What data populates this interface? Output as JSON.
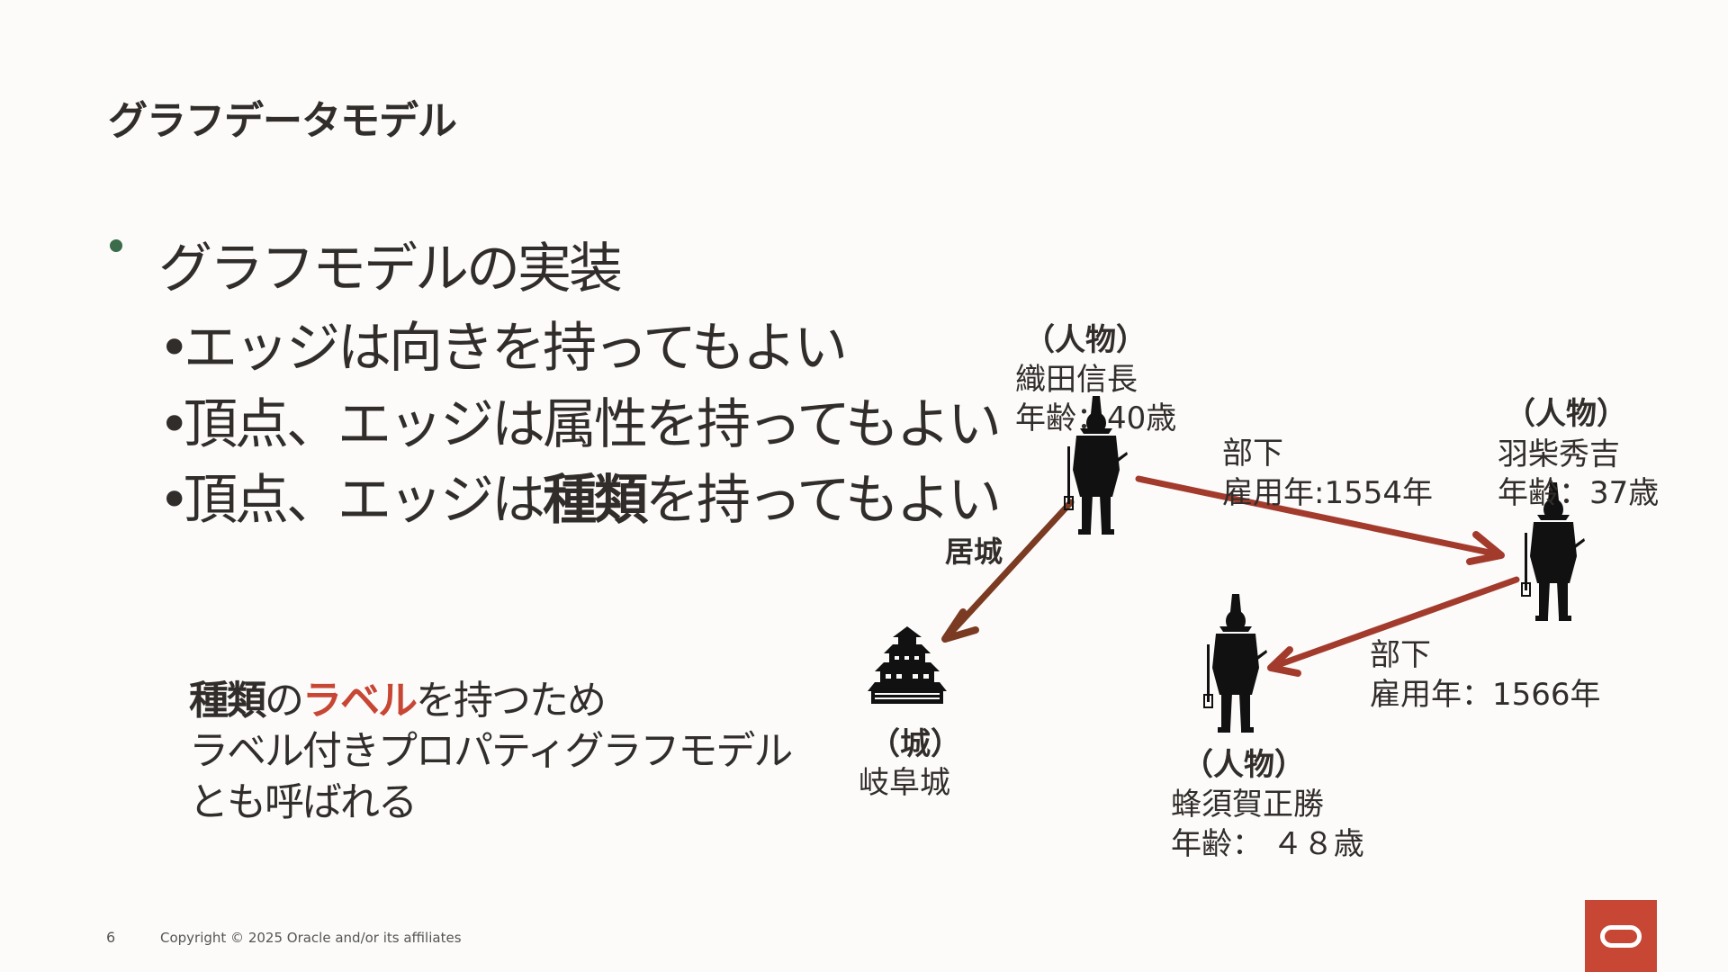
{
  "slide": {
    "title": "グラフデータモデル"
  },
  "bullets": {
    "main": "グラフモデルの実装",
    "sub1": "エッジは向きを持ってもよい",
    "sub2": "頂点、エッジは属性を持ってもよい",
    "sub3_pre": "頂点、エッジは",
    "sub3_bold": "種類",
    "sub3_post": "を持ってもよい"
  },
  "note": {
    "line1_bold": "種類",
    "line1_mid": "の",
    "line1_accent": "ラベル",
    "line1_post": "を持つため",
    "line2": "ラベル付きプロパティグラフモデル",
    "line3": "とも呼ばれる"
  },
  "nodes": {
    "oda": {
      "type": "（人物）",
      "name": "織田信長",
      "attr": "年齢：40歳"
    },
    "hashiba": {
      "type": "（人物）",
      "name": "羽柴秀吉",
      "attr": "年齢：37歳"
    },
    "hachisuka": {
      "type": "（人物）",
      "name": "蜂須賀正勝",
      "attr": "年齢： ４８歳"
    },
    "gifu": {
      "type": "（城）",
      "name": "岐阜城"
    }
  },
  "edges": {
    "residence": {
      "label": "居城"
    },
    "oda_hashiba": {
      "label": "部下",
      "attr": "雇用年:1554年"
    },
    "hashiba_hachisuka": {
      "label": "部下",
      "attr": "雇用年：1566年"
    }
  },
  "colors": {
    "edge_person": "#a33b2d",
    "edge_castle": "#7a3b22",
    "bullet": "#3a6b4a",
    "accent": "#c74634",
    "brand": "#c74634"
  },
  "footer": {
    "page_number": "6",
    "copyright": "Copyright © 2025 Oracle and/or its affiliates"
  },
  "icons": {
    "person": "samurai-silhouette-icon",
    "castle": "castle-icon",
    "logo": "oracle-logo"
  }
}
